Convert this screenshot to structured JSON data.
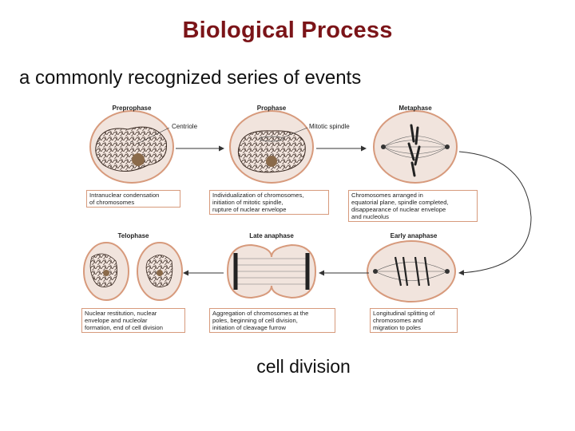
{
  "title": "Biological Process",
  "subtitle": "a commonly recognized series of events",
  "caption": "cell division",
  "colors": {
    "title": "#7b1418",
    "cell_fill": "#f1e4dd",
    "cell_stroke": "#d79a7c",
    "box_border": "#d79a7c",
    "arrow": "#333333"
  },
  "diagram": {
    "stages": [
      {
        "name": "Preprophase",
        "callout": "Centriole",
        "description": [
          "Intranuclear condensation",
          "of chromosomes"
        ]
      },
      {
        "name": "Prophase",
        "callout": "Mitotic spindle",
        "description": [
          "Individualization of chromosomes,",
          "initiation of mitotic spindle,",
          "rupture of nuclear envelope"
        ]
      },
      {
        "name": "Metaphase",
        "description": [
          "Chromosomes arranged in",
          "equatorial plane, spindle completed,",
          "disappearance of nuclear envelope",
          "and nucleolus"
        ]
      },
      {
        "name": "Early anaphase",
        "description": [
          "Longitudinal splitting of",
          "chromosomes and",
          "migration to poles"
        ]
      },
      {
        "name": "Late anaphase",
        "description": [
          "Aggregation of chromosomes at the",
          "poles, beginning of cell division,",
          "initiation of cleavage furrow"
        ]
      },
      {
        "name": "Telophase",
        "description": [
          "Nuclear restitution, nuclear",
          "envelope and nucleolar",
          "formation, end of cell division"
        ]
      }
    ]
  }
}
